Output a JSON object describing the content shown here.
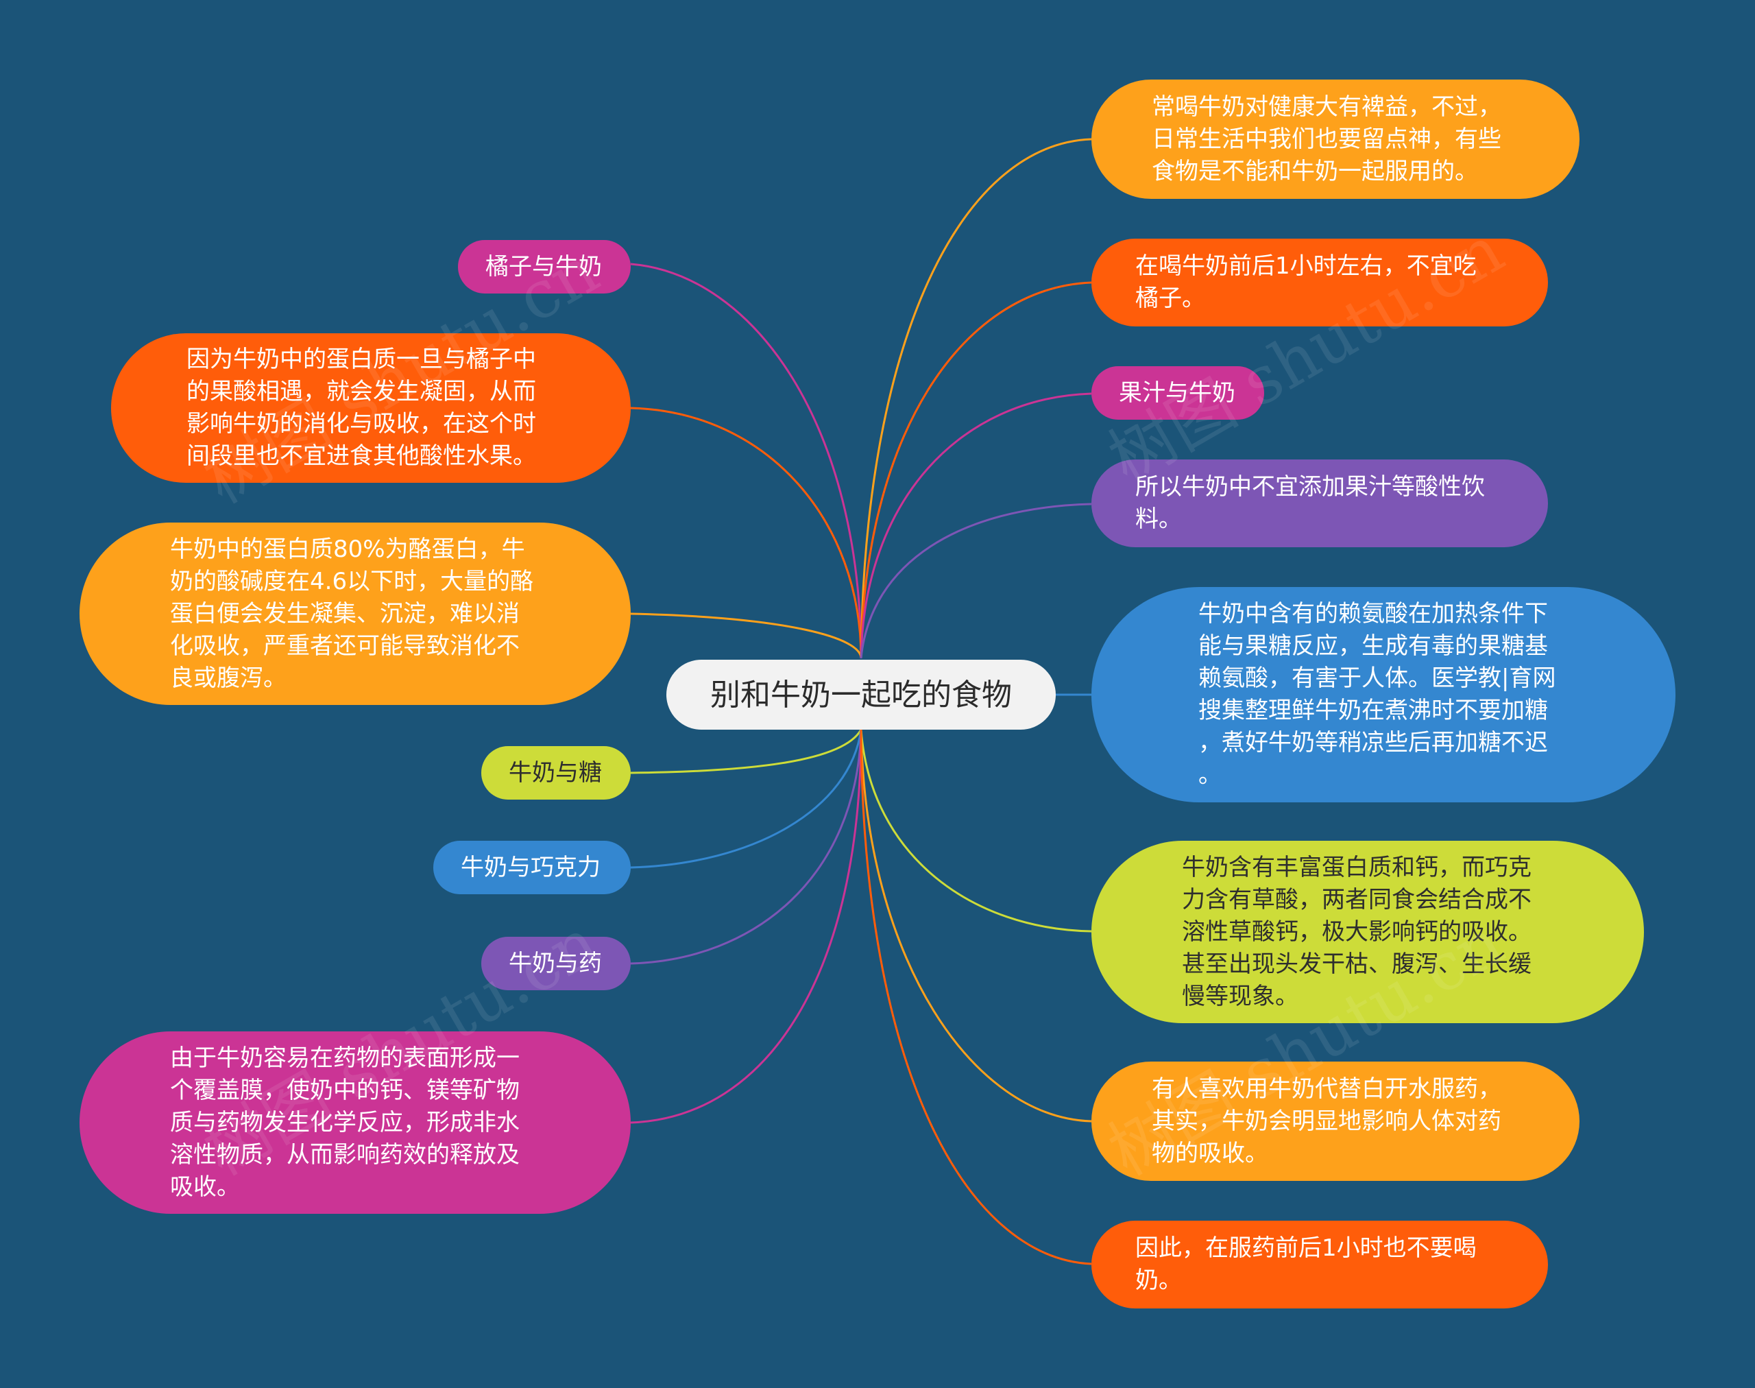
{
  "root": {
    "label": "别和牛奶一起吃的食物"
  },
  "colors": {
    "background": "#1b5478",
    "orange": "#fea11b",
    "red_orange": "#ff5d0a",
    "magenta": "#cb3495",
    "purple": "#7d56b5",
    "blue": "#3487d0",
    "lime": "#cddc39"
  },
  "left": {
    "orange_milk": "橘子与牛奶",
    "orange_reason": "因为牛奶中的蛋白质一旦与橘子中\n的果酸相遇，就会发生凝固，从而\n影响牛奶的消化与吸收，在这个时\n间段里也不宜进食其他酸性水果。",
    "casein_note": "牛奶中的蛋白质80%为酪蛋白，牛\n奶的酸碱度在4.6以下时，大量的酪\n蛋白便会发生凝集、沉淀，难以消\n化吸收，严重者还可能导致消化不\n良或腹泻。",
    "sugar": "牛奶与糖",
    "chocolate": "牛奶与巧克力",
    "medicine": "牛奶与药",
    "medicine_reason": "由于牛奶容易在药物的表面形成一\n个覆盖膜，使奶中的钙、镁等矿物\n质与药物发生化学反应，形成非水\n溶性物质，从而影响药效的释放及\n吸收。"
  },
  "right": {
    "intro": "常喝牛奶对健康大有裨益，不过，\n日常生活中我们也要留点神，有些\n食物是不能和牛奶一起服用的。",
    "orange_timing": "在喝牛奶前后1小时左右，不宜吃\n橘子。",
    "juice": "果汁与牛奶",
    "juice_note": "所以牛奶中不宜添加果汁等酸性饮\n料。",
    "sugar_note": "牛奶中含有的赖氨酸在加热条件下\n能与果糖反应，生成有毒的果糖基\n赖氨酸，有害于人体。医学教|育网\n搜集整理鲜牛奶在煮沸时不要加糖\n，煮好牛奶等稍凉些后再加糖不迟\n。",
    "chocolate_note": "牛奶含有丰富蛋白质和钙，而巧克\n力含有草酸，两者同食会结合成不\n溶性草酸钙，极大影响钙的吸收。\n甚至出现头发干枯、腹泻、生长缓\n慢等现象。",
    "medicine_habit": "有人喜欢用牛奶代替白开水服药，\n其实，牛奶会明显地影响人体对药\n物的吸收。",
    "medicine_timing": "因此，在服药前后1小时也不要喝\n奶。"
  },
  "watermark": "树图 shutu.cn"
}
